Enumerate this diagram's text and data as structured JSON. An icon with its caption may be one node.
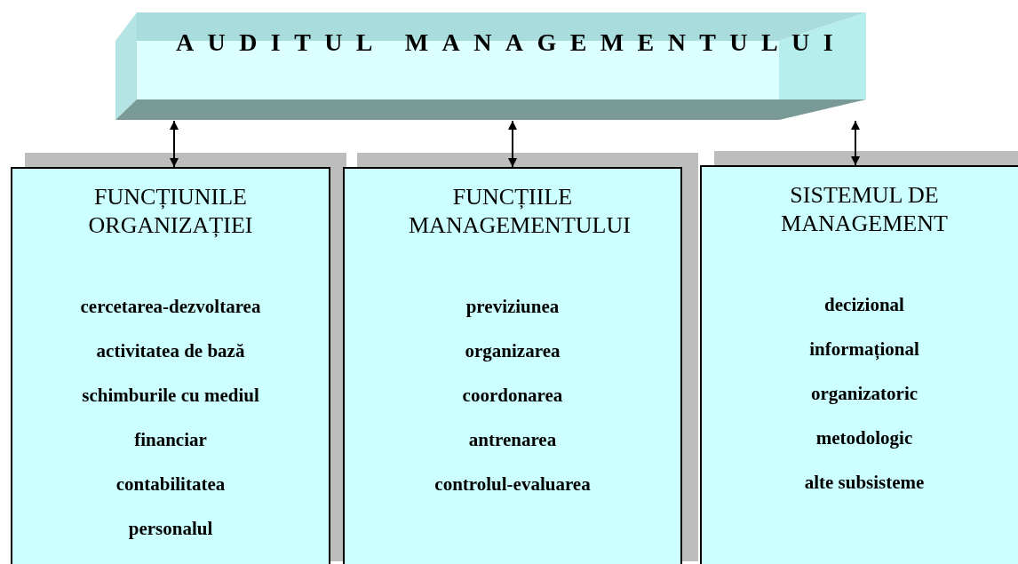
{
  "diagram": {
    "nodes": [
      {
        "text": [
          "AUDITUL MANAGEMENTULUI"
        ]
      },
      {
        "text": [
          "FUNCȚIUNILE ORGANIZAȚIEI",
          "cercetarea-dezvoltarea",
          "activitatea de bază",
          "schimburile cu mediul",
          "financiar",
          "contabilitatea",
          "personalul"
        ]
      },
      {
        "text": [
          "FUNCȚIILE MANAGEMENTULUI",
          "previziunea",
          "organizarea",
          "coordonarea",
          "antrenarea",
          "controlul-evaluarea"
        ]
      },
      {
        "text": [
          "SISTEMUL DE MANAGEMENT",
          "decizional",
          "informațional",
          "organizatoric",
          "metodologic",
          "alte subsisteme"
        ]
      }
    ],
    "edges": [
      {
        "from": 0,
        "to": 1,
        "arrow": "both"
      },
      {
        "from": 0,
        "to": 2,
        "arrow": "both"
      },
      {
        "from": 0,
        "to": 3,
        "arrow": "both"
      }
    ]
  }
}
